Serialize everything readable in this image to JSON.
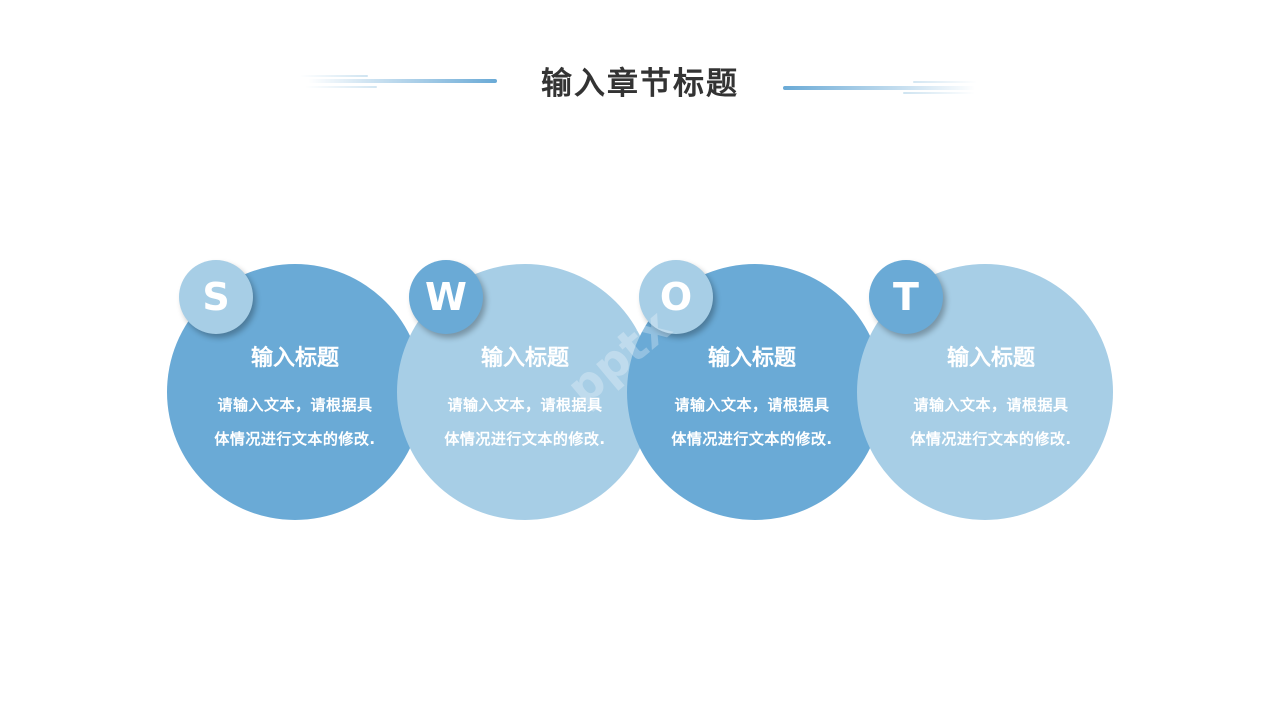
{
  "header": {
    "title": "输入章节标题"
  },
  "colors": {
    "dark_blue": "#6aaad6",
    "light_blue": "#a7cee6",
    "title_text": "#333333"
  },
  "cards": [
    {
      "letter": "S",
      "title": "输入标题",
      "body_line1": "请输入文本，请根据具",
      "body_line2": "体情况进行文本的修改."
    },
    {
      "letter": "W",
      "title": "输入标题",
      "body_line1": "请输入文本，请根据具",
      "body_line2": "体情况进行文本的修改."
    },
    {
      "letter": "O",
      "title": "输入标题",
      "body_line1": "请输入文本，请根据具",
      "body_line2": "体情况进行文本的修改."
    },
    {
      "letter": "T",
      "title": "输入标题",
      "body_line1": "请输入文本，请根据具",
      "body_line2": "体情况进行文本的修改."
    }
  ],
  "watermark": "pptx"
}
